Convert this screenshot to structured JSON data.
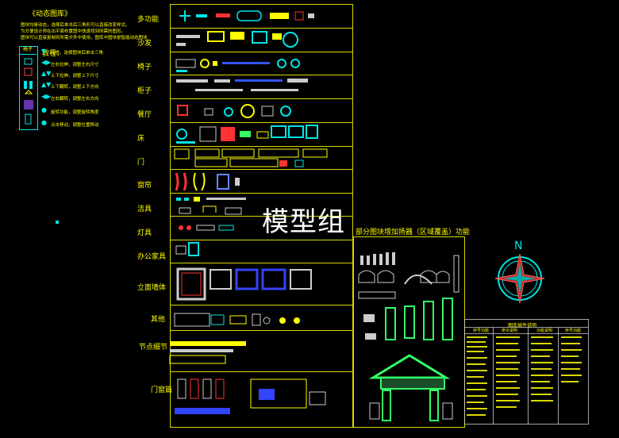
{
  "legend": {
    "title": "《动态图库》",
    "lines": [
      "图块均是动态，选择后单击后三角形可以直接改变样式。",
      "为方便设计师在出平面布置图中快速找到所需的图形。",
      "图块可以直接复制到所需文件中使用，图库中图块是智能动态图块"
    ]
  },
  "tutorial": {
    "box_header": "椅子",
    "title": "教程：",
    "rows": [
      {
        "arrow": "▼",
        "text": "动态，选择图块后单击三角"
      },
      {
        "arrow": "◀▶",
        "text": "左右拉伸，调整左右尺寸"
      },
      {
        "arrow": "▲▼",
        "text": "上下拉伸，调整上下尺寸"
      },
      {
        "arrow": "▲▼",
        "text": "上下翻转，调整上下方向"
      },
      {
        "arrow": "◀▶",
        "text": "左右翻转，调整左右方向"
      },
      {
        "arrow": "●",
        "text": "旋转功能，调整旋转角度"
      },
      {
        "arrow": "●",
        "text": "点击移动，调整位置移动"
      }
    ]
  },
  "categories": [
    "多功能",
    "沙发",
    "椅子",
    "柜子",
    "餐厅",
    "床",
    "门",
    "窗帘",
    "洁具",
    "灯具",
    "办公家具",
    "立面墙体",
    "其他",
    "节点细节",
    "门窗篇"
  ],
  "watermark": "模型组",
  "region_title": "部分图块增加扬器（区域覆盖）功能",
  "compass_label": "N",
  "table": {
    "title": "图库插件说明",
    "headers": [
      "序号功能",
      "命令说明",
      "功能说明"
    ]
  },
  "colors": {
    "line": "#d8d800",
    "cyan": "#00e5e5",
    "yellow": "#ffff00",
    "green": "#33ff66",
    "red": "#ff3333"
  }
}
